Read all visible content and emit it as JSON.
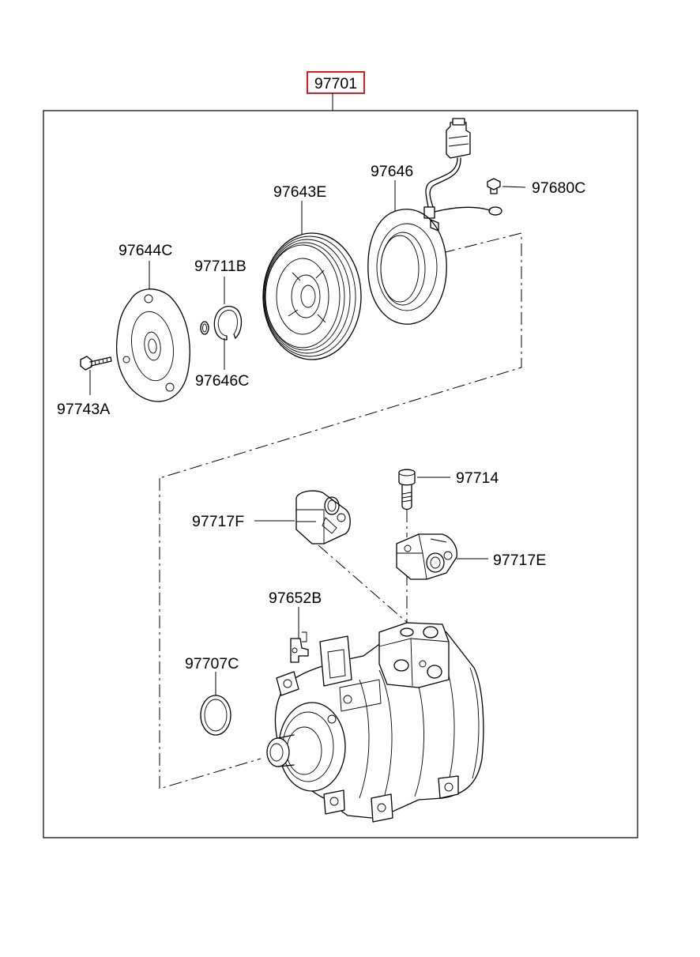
{
  "assembly": {
    "part_number": "97701",
    "highlight_color": "#d81e1e"
  },
  "callouts": {
    "p97646": "97646",
    "p97680C": "97680C",
    "p97643E": "97643E",
    "p97644C": "97644C",
    "p97711B": "97711B",
    "p97646C": "97646C",
    "p97743A": "97743A",
    "p97714": "97714",
    "p97717F": "97717F",
    "p97717E": "97717E",
    "p97652B": "97652B",
    "p97707C": "97707C"
  }
}
